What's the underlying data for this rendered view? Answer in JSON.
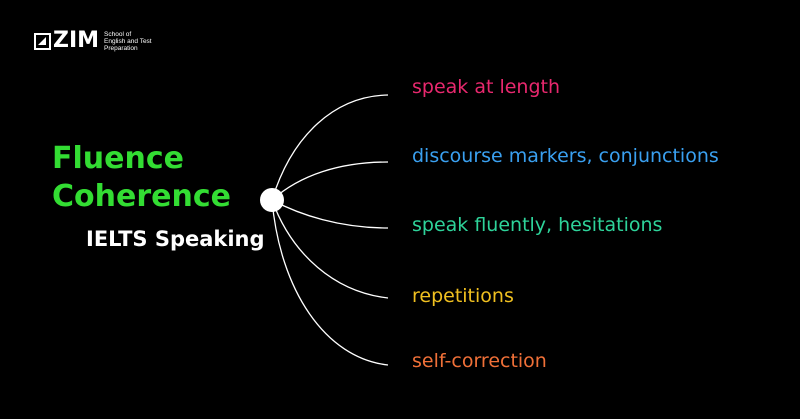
{
  "logo": {
    "wordmark": "ZIM",
    "tagline": [
      "School of",
      "English and Test",
      "Preparation"
    ]
  },
  "center": {
    "title_line1": "Fluence",
    "title_line2": "Coherence",
    "subtitle": "IELTS Speaking",
    "title_color": "#33dd33"
  },
  "branches": [
    {
      "text": "speak at length",
      "color": "#e8286e"
    },
    {
      "text": "discourse markers, conjunctions",
      "color": "#3aa0f0"
    },
    {
      "text": "speak fluently, hesitations",
      "color": "#2ed39a"
    },
    {
      "text": "repetitions",
      "color": "#f0c020"
    },
    {
      "text": "self-correction",
      "color": "#f07038"
    }
  ]
}
